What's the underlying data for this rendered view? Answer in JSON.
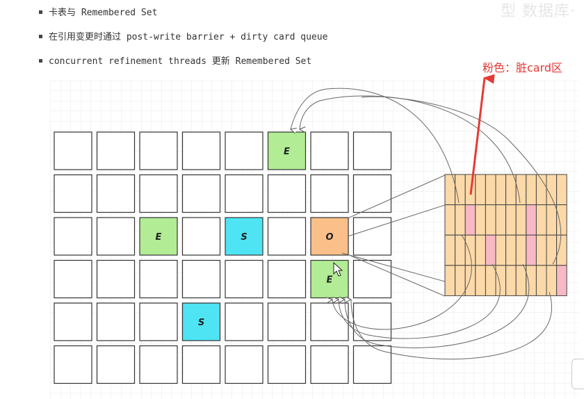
{
  "bullets": [
    {
      "text": "卡表与 Remembered Set"
    },
    {
      "text": "在引用变更时通过 post-write barrier + dirty card queue"
    },
    {
      "text": "concurrent refinement threads 更新 Remembered Set"
    }
  ],
  "annotation": "粉色：脏card区",
  "watermark": "型 数据库·",
  "colors": {
    "eden": "#b2ec94",
    "survivor": "#4ee4f4",
    "old": "#fbc08a",
    "card": "#fcd9a8",
    "dirty_card": "#f8b9c4",
    "arrow_red": "#e53935"
  },
  "regions": [
    {
      "row": 0,
      "col": 5,
      "type": "eden",
      "label": "E"
    },
    {
      "row": 2,
      "col": 2,
      "type": "eden",
      "label": "E"
    },
    {
      "row": 2,
      "col": 4,
      "type": "survivor",
      "label": "S"
    },
    {
      "row": 2,
      "col": 6,
      "type": "old",
      "label": "O"
    },
    {
      "row": 3,
      "col": 6,
      "type": "eden",
      "label": "E"
    },
    {
      "row": 4,
      "col": 3,
      "type": "survivor",
      "label": "S"
    }
  ],
  "dirty_cards": [
    {
      "row": 1,
      "col": 2
    },
    {
      "row": 1,
      "col": 8
    },
    {
      "row": 2,
      "col": 4
    },
    {
      "row": 2,
      "col": 8
    },
    {
      "row": 3,
      "col": 11
    }
  ]
}
